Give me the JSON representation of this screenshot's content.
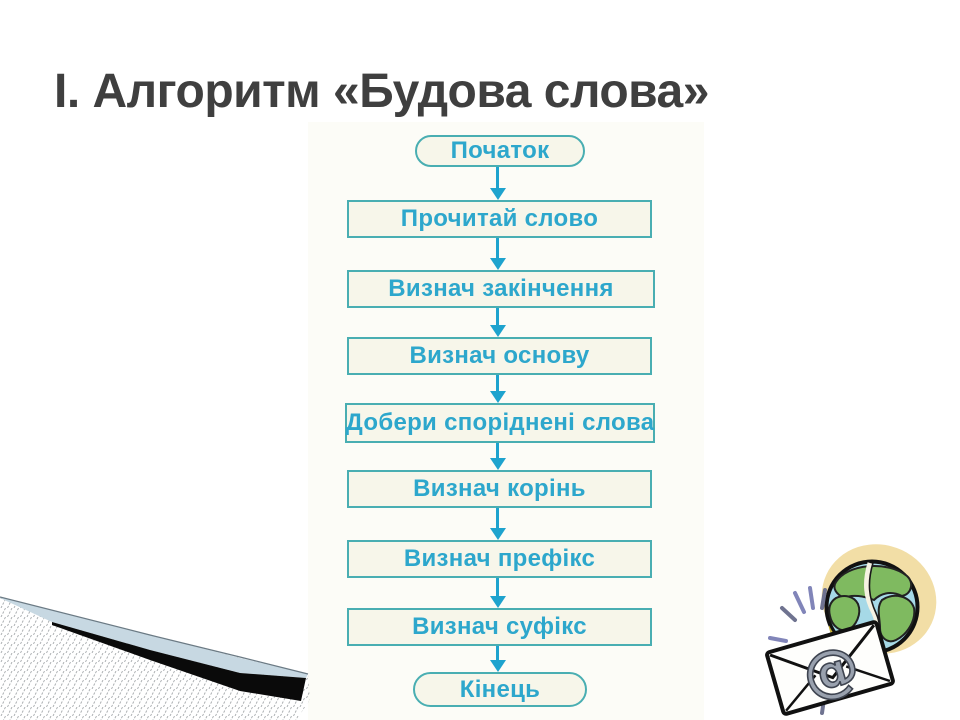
{
  "slide": {
    "title": "І. Алгоритм «Будова слова»"
  },
  "flowchart": {
    "steps": [
      {
        "label": "Початок",
        "shape": "terminal"
      },
      {
        "label": "Прочитай слово",
        "shape": "process"
      },
      {
        "label": "Визнач закінчення",
        "shape": "process"
      },
      {
        "label": "Визнач основу",
        "shape": "process"
      },
      {
        "label": "Добери споріднені слова",
        "shape": "process"
      },
      {
        "label": "Визнач корінь",
        "shape": "process"
      },
      {
        "label": "Визнач префікс",
        "shape": "process"
      },
      {
        "label": "Визнач суфікс",
        "shape": "process"
      },
      {
        "label": "Кінець",
        "shape": "terminal"
      }
    ],
    "colors": {
      "box_border": "#49AEB2",
      "box_fill": "#F7F6EA",
      "text": "#2DA7CC",
      "arrow": "#1EA3CE"
    }
  },
  "decorations": {
    "corner_swoosh": {
      "colors": {
        "wedge": "#0A0A0A",
        "band": "#C7D8E2",
        "hatch_line": "#A7ABAE"
      }
    },
    "email_clipart": {
      "at_symbol": "@",
      "colors": {
        "glow": "#F2DEA6",
        "globe_ocean": "#A6D9E7",
        "globe_land": "#7FBA60",
        "envelope": "#FEFEFC",
        "burst": "#8185B9"
      }
    }
  }
}
